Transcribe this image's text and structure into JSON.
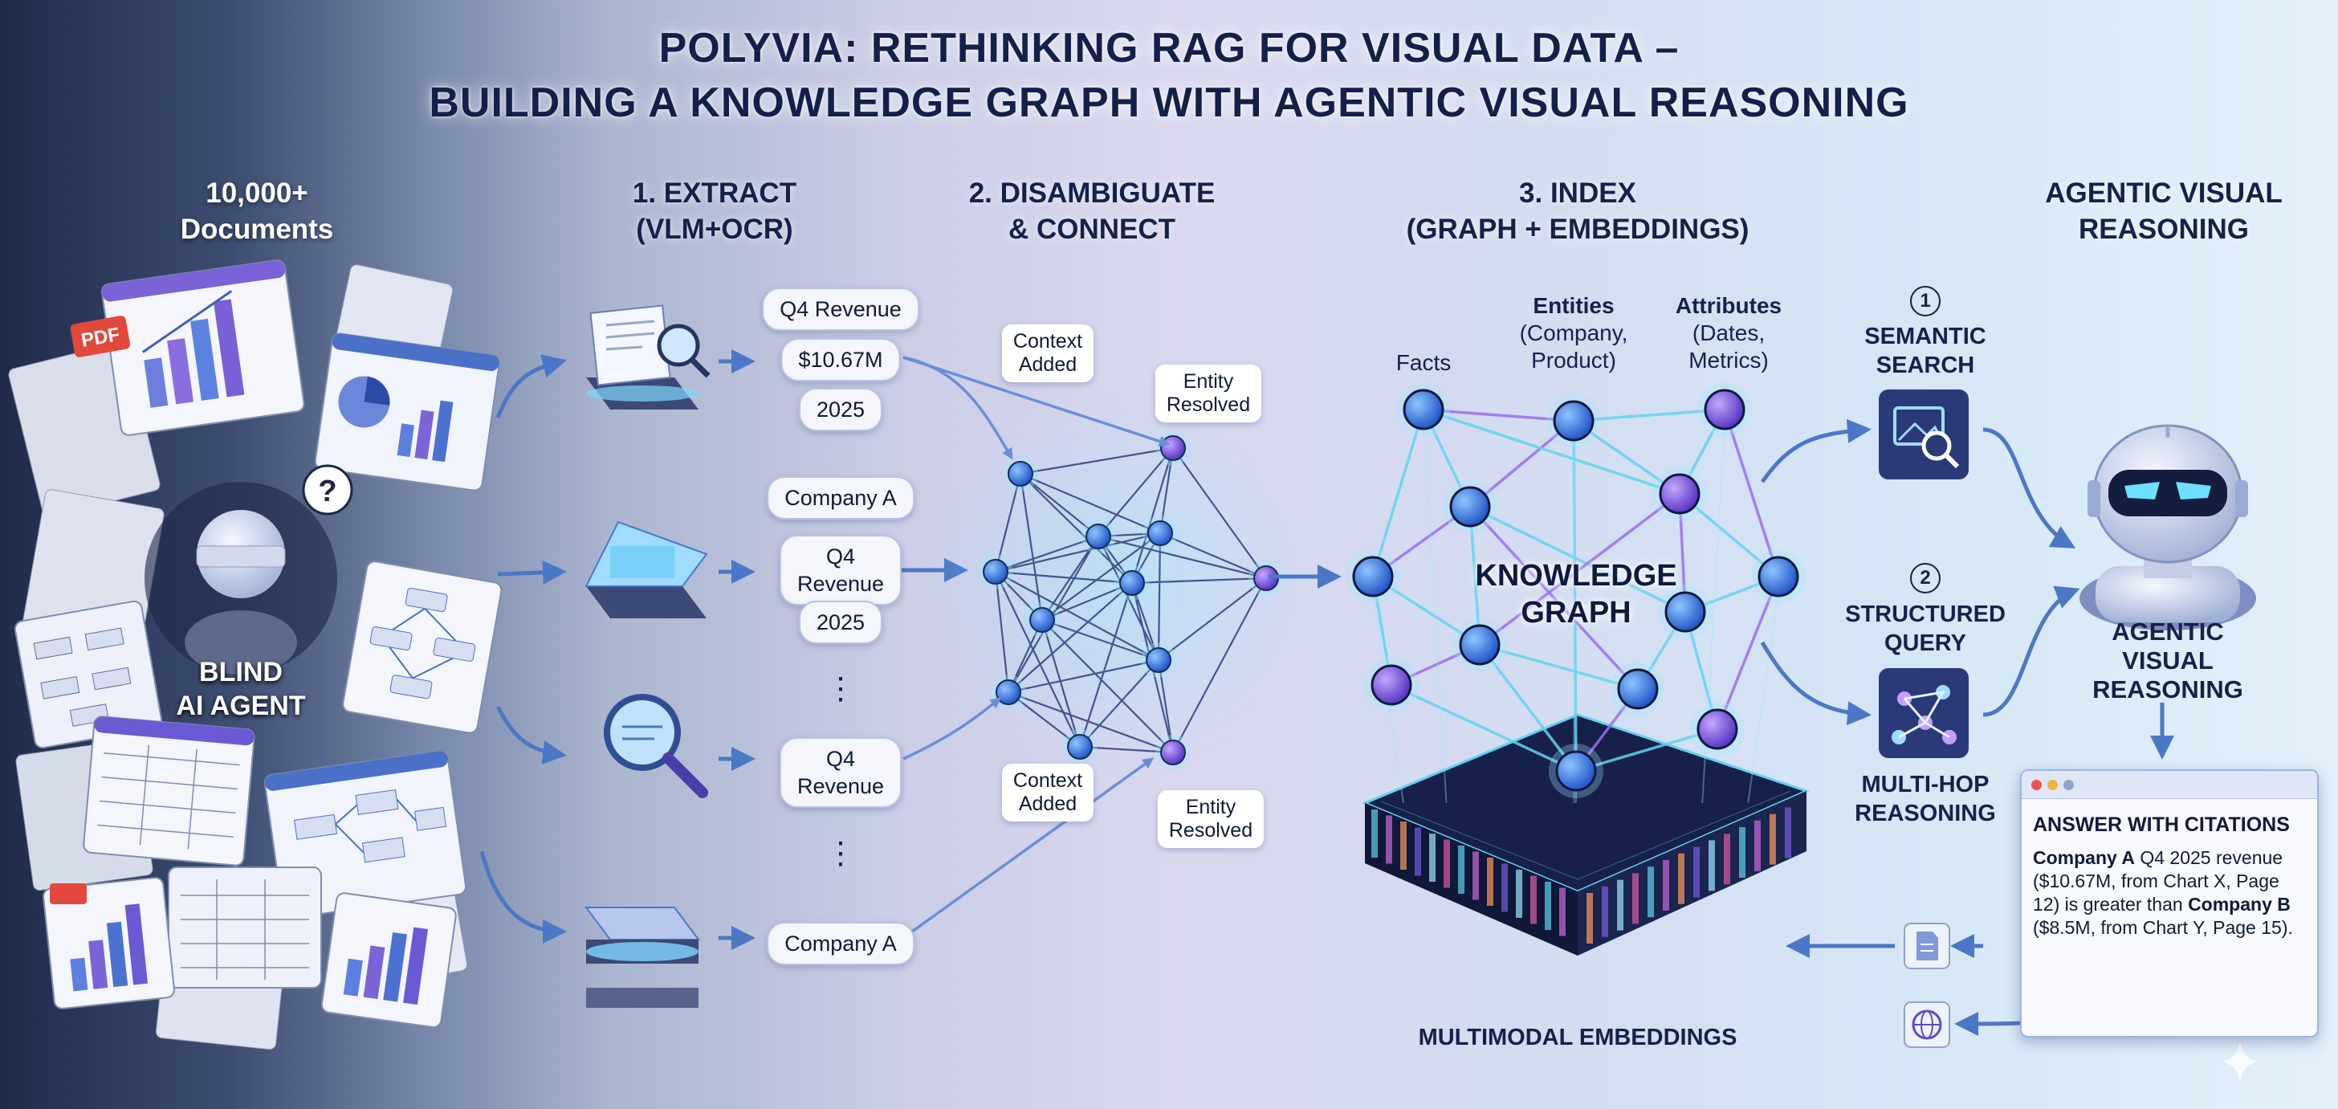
{
  "title": {
    "line1": "POLYVIA: RETHINKING RAG FOR VISUAL DATA –",
    "line2": "BUILDING A KNOWLEDGE GRAPH WITH AGENTIC VISUAL REASONING"
  },
  "documents": {
    "header": [
      "10,000+",
      "Documents"
    ],
    "pdf_label": "PDF",
    "question_mark": "?",
    "agent_label": [
      "BLIND",
      "AI AGENT"
    ]
  },
  "extract": {
    "header": [
      "1. EXTRACT",
      "(VLM+OCR)"
    ],
    "group1": [
      "Q4 Revenue",
      "$10.67M",
      "2025"
    ],
    "group2": [
      "Company A",
      "Q4\nRevenue",
      "2025"
    ],
    "group3": [
      "Q4\nRevenue"
    ],
    "group4": [
      "Company A"
    ],
    "ellipsis": "⋮"
  },
  "disambiguate": {
    "header": [
      "2. DISAMBIGUATE",
      "& CONNECT"
    ],
    "notes": [
      "Context\nAdded",
      "Entity\nResolved",
      "Context\nAdded",
      "Entity\nResolved"
    ]
  },
  "index": {
    "header": [
      "3. INDEX",
      "(GRAPH + EMBEDDINGS)"
    ],
    "facts": "Facts",
    "entities": "Entities",
    "entities_sub": "(Company,\nProduct)",
    "attributes": "Attributes",
    "attributes_sub": "(Dates,\nMetrics)",
    "graph_label": "KNOWLEDGE\nGRAPH",
    "embeddings_label": "MULTIMODAL EMBEDDINGS"
  },
  "reasoning": {
    "header": [
      "AGENTIC VISUAL",
      "REASONING"
    ],
    "step1_num": "1",
    "step1": "SEMANTIC\nSEARCH",
    "step2_num": "2",
    "step2": "STRUCTURED\nQUERY",
    "multihop": "MULTI-HOP\nREASONING",
    "agent_label": "AGENTIC VISUAL\nREASONING"
  },
  "answer": {
    "heading": "ANSWER WITH CITATIONS",
    "company_a": "Company A",
    "part1": " Q4 2025 revenue ($10.67M, from Chart X, Page 12) is greater than ",
    "company_b": "Company B",
    "part2": " ($8.5M, from Chart Y, Page 15)."
  },
  "colors": {
    "title_text": "#13204a",
    "node_blue": "#3a7de0",
    "node_purple": "#7b5ce0",
    "edge_cyan": "#5fd3f0",
    "edge_purple": "#9a6cf0",
    "arrow": "#4a78c6"
  }
}
